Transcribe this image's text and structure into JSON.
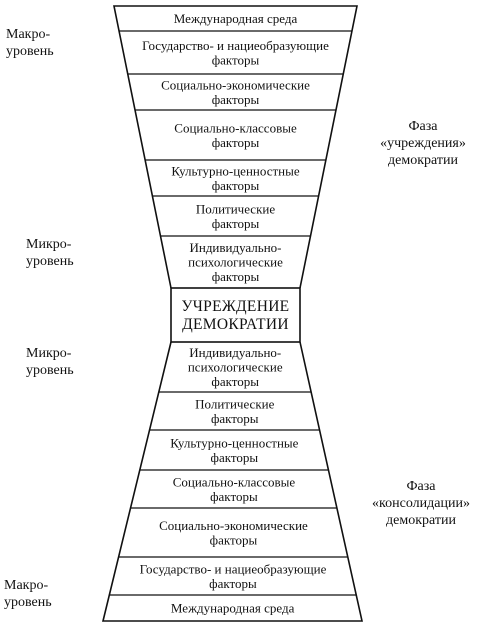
{
  "diagram": {
    "top_levels": [
      [
        "Международная среда"
      ],
      [
        "Государство- и нациеобразующие",
        "факторы"
      ],
      [
        "Социально-экономические",
        "факторы"
      ],
      [
        "Социально-классовые",
        "факторы"
      ],
      [
        "Культурно-ценностные",
        "факторы"
      ],
      [
        "Политические",
        "факторы"
      ],
      [
        "Индивидуально-",
        "психологические",
        "факторы"
      ]
    ],
    "center_box": [
      "УЧРЕЖДЕНИЕ",
      "ДЕМОКРАТИИ"
    ],
    "bottom_levels": [
      [
        "Индивидуально-",
        "психологические",
        "факторы"
      ],
      [
        "Политические",
        "факторы"
      ],
      [
        "Культурно-ценностные",
        "факторы"
      ],
      [
        "Социально-классовые",
        "факторы"
      ],
      [
        "Социально-экономические",
        "факторы"
      ],
      [
        "Государство- и нациеобразующие",
        "факторы"
      ],
      [
        "Международная среда"
      ]
    ]
  },
  "labels": {
    "macro_top": [
      "Макро-",
      "уровень"
    ],
    "micro_top": [
      "Микро-",
      "уровень"
    ],
    "micro_bottom": [
      "Микро-",
      "уровень"
    ],
    "macro_bottom": [
      "Макро-",
      "уровень"
    ],
    "phase_establishment": [
      "Фаза",
      "«учреждения»",
      "демократии"
    ],
    "phase_consolidation": [
      "Фаза",
      "«консолидации»",
      "демократии"
    ]
  }
}
